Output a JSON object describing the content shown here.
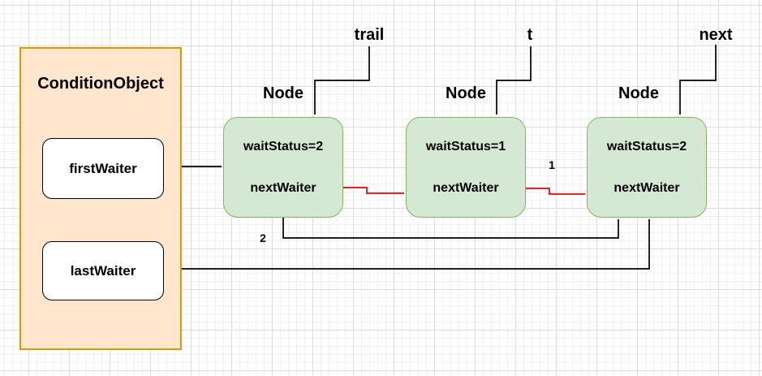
{
  "condition_object": {
    "title": "ConditionObject",
    "fields": [
      {
        "label": "firstWaiter"
      },
      {
        "label": "lastWaiter"
      }
    ]
  },
  "pointers": [
    {
      "label": "trail"
    },
    {
      "label": "t"
    },
    {
      "label": "next"
    }
  ],
  "nodes": [
    {
      "title": "Node",
      "wait_status": "waitStatus=2",
      "next_waiter": "nextWaiter"
    },
    {
      "title": "Node",
      "wait_status": "waitStatus=1",
      "next_waiter": "nextWaiter"
    },
    {
      "title": "Node",
      "wait_status": "waitStatus=2",
      "next_waiter": "nextWaiter"
    }
  ],
  "edge_labels": [
    {
      "text": "1"
    },
    {
      "text": "2"
    }
  ],
  "colors": {
    "node_fill": "#d5e8d4",
    "node_border": "#82b366",
    "container_fill": "#ffe6cc",
    "container_border": "#d79b00",
    "field_fill": "#ffffff",
    "field_border": "#000000",
    "edge_black": "#000000",
    "edge_red": "#ee0000",
    "grid_minor": "#f2f2f2",
    "grid_major": "#dddddd"
  }
}
